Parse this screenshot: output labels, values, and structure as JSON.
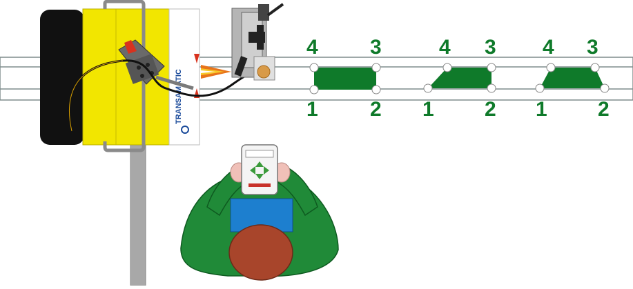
{
  "machine": {
    "brand_text": "TRANSAMATIC",
    "colors": {
      "body": "#f2e600",
      "wheel": "#111111",
      "pole": "#a8a8a8",
      "flame": "#e8741a"
    }
  },
  "rail": {
    "color": "#7f8c8c"
  },
  "workpieces": {
    "color": "#0f7a2a",
    "corner_fill": "#ffffff",
    "items": [
      {
        "labels": [
          "1",
          "2",
          "3",
          "4"
        ]
      },
      {
        "labels": [
          "1",
          "2",
          "3",
          "4"
        ]
      },
      {
        "labels": [
          "1",
          "2",
          "3",
          "4"
        ]
      }
    ]
  },
  "operator": {
    "colors": {
      "jacket": "#208a38",
      "shirt": "#1d7fcf",
      "hair": "#a8452b",
      "skin": "#f0c0b8"
    },
    "pendant_icon": "remote-pendant-icon"
  }
}
